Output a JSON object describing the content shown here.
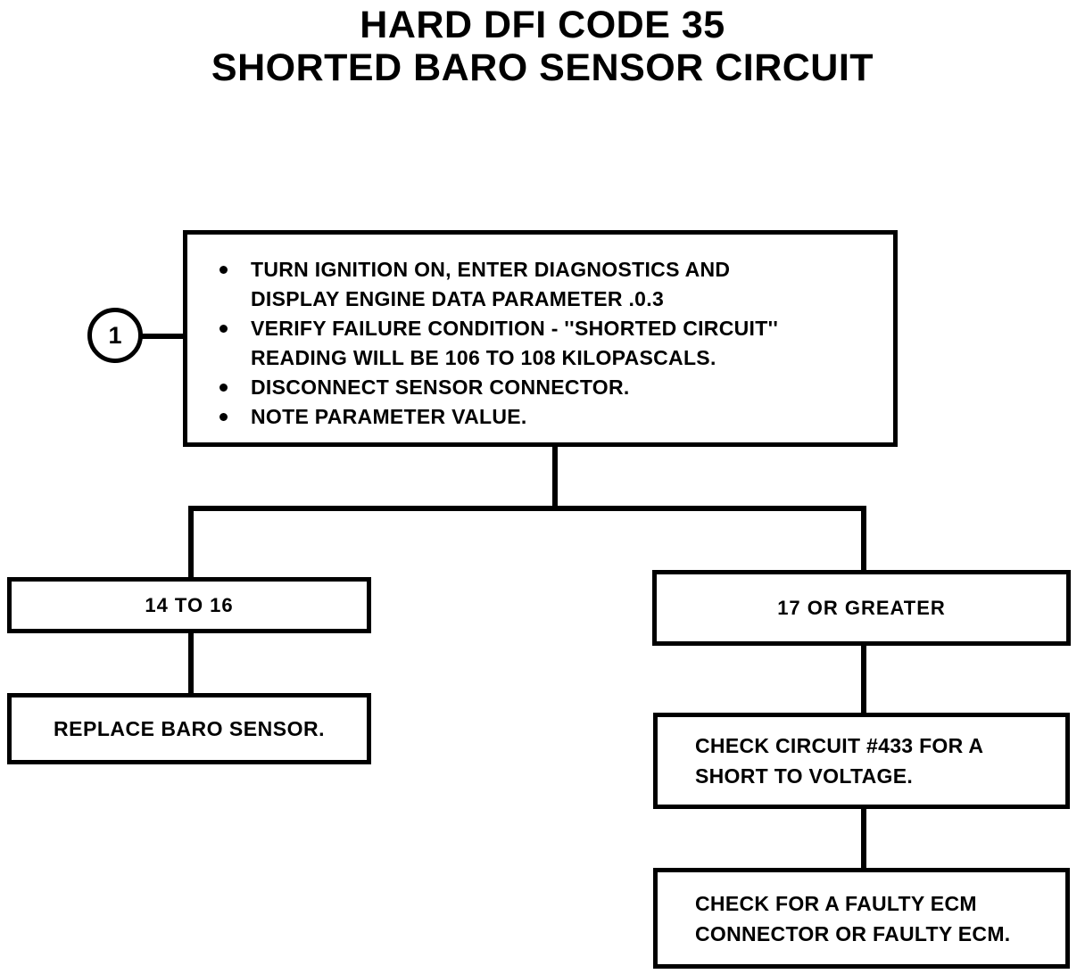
{
  "title": {
    "line1": "HARD DFI CODE 35",
    "line2": "SHORTED BARO SENSOR CIRCUIT"
  },
  "flowchart": {
    "step_marker": "1",
    "main_box": {
      "bullets": [
        {
          "lines": [
            "TURN IGNITION ON, ENTER DIAGNOSTICS AND",
            "DISPLAY ENGINE DATA PARAMETER .0.3"
          ]
        },
        {
          "lines": [
            "VERIFY FAILURE CONDITION - ''SHORTED CIRCUIT''",
            "READING WILL BE 106 TO 108 KILOPASCALS."
          ]
        },
        {
          "lines": [
            "DISCONNECT SENSOR CONNECTOR."
          ]
        },
        {
          "lines": [
            "NOTE PARAMETER VALUE."
          ]
        }
      ]
    },
    "left_branch": {
      "condition": "14 TO 16",
      "action": "REPLACE BARO SENSOR."
    },
    "right_branch": {
      "condition": "17 OR GREATER",
      "action1": {
        "lines": [
          "CHECK CIRCUIT #433 FOR A",
          "SHORT TO VOLTAGE."
        ]
      },
      "action2": {
        "lines": [
          "CHECK FOR A FAULTY ECM",
          "CONNECTOR OR FAULTY ECM."
        ]
      }
    }
  },
  "colors": {
    "ink": "#000000",
    "paper": "#ffffff"
  }
}
